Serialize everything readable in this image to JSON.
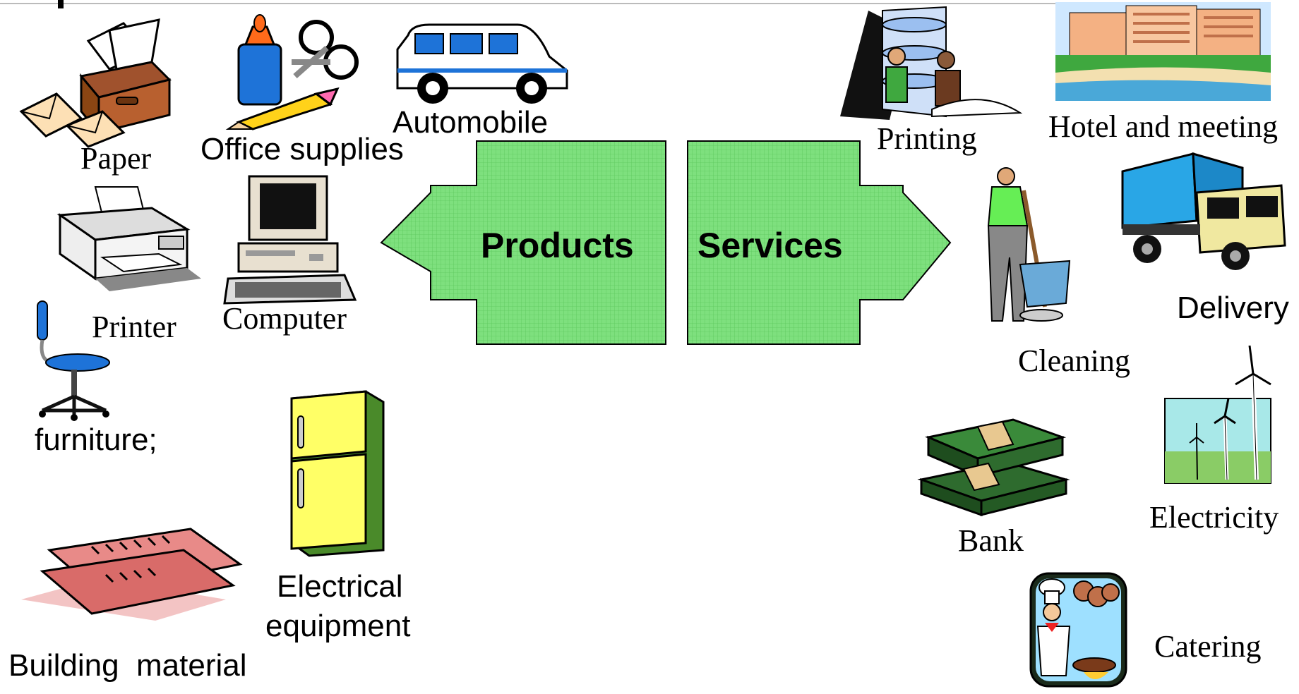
{
  "arrows": {
    "products_label": "Products",
    "services_label": "Services",
    "fill_color": "#7ee07e"
  },
  "products": {
    "paper": "Paper",
    "office_supplies": "Office supplies",
    "automobile": "Automobile",
    "printer": "Printer",
    "computer": "Computer",
    "furniture": "furniture;",
    "electrical_line1": "Electrical",
    "electrical_line2": "equipment",
    "building_material": "Building  material"
  },
  "services": {
    "printing": "Printing",
    "hotel": "Hotel and meeting",
    "cleaning": "Cleaning",
    "delivery": "Delivery",
    "bank": "Bank",
    "electricity": "Electricity",
    "catering": "Catering"
  }
}
